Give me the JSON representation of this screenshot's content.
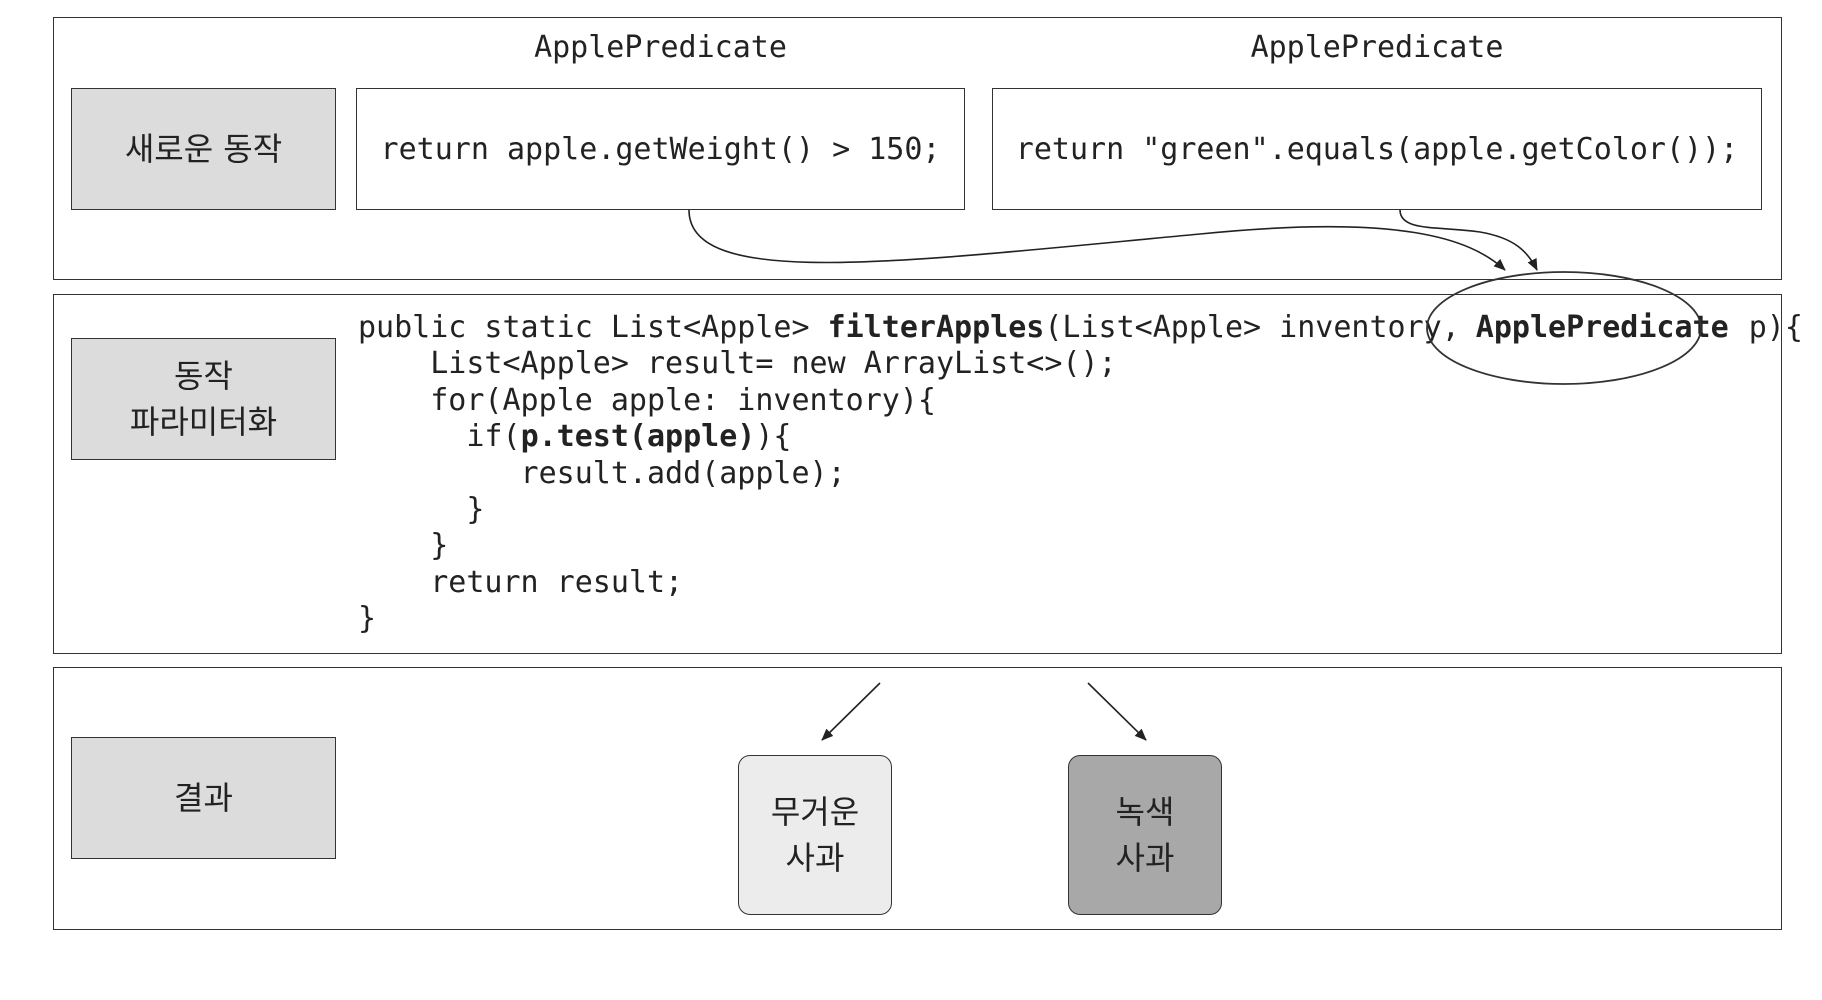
{
  "rows": {
    "new_behavior": {
      "label": "새로운 동작"
    },
    "parameterization": {
      "label_line1": "동작",
      "label_line2": "파라미터화"
    },
    "result": {
      "label": "결과"
    }
  },
  "predicates": [
    {
      "title": "ApplePredicate",
      "code": "return apple.getWeight() > 150;"
    },
    {
      "title": "ApplePredicate",
      "code": "return \"green\".equals(apple.getColor());"
    }
  ],
  "code": {
    "sig_pre": "public static List<Apple> ",
    "sig_method": "filterApples",
    "sig_mid": "(List<Apple> inventory,",
    "sig_param_type": "ApplePredicate",
    "sig_post": " p){",
    "line2": "    List<Apple> result= new ArrayList<>();",
    "line3": "    for(Apple apple: inventory){",
    "line4_pre": "      if(",
    "line4_bold": "p.test(apple)",
    "line4_post": "){",
    "line5": "         result.add(apple);",
    "line6": "      }",
    "line7": "    }",
    "line8": "    return result;",
    "line9": "}"
  },
  "results": [
    {
      "line1": "무거운",
      "line2": "사과",
      "fill": "#ececec"
    },
    {
      "line1": "녹색",
      "line2": "사과",
      "fill": "#a8a8a8"
    }
  ]
}
